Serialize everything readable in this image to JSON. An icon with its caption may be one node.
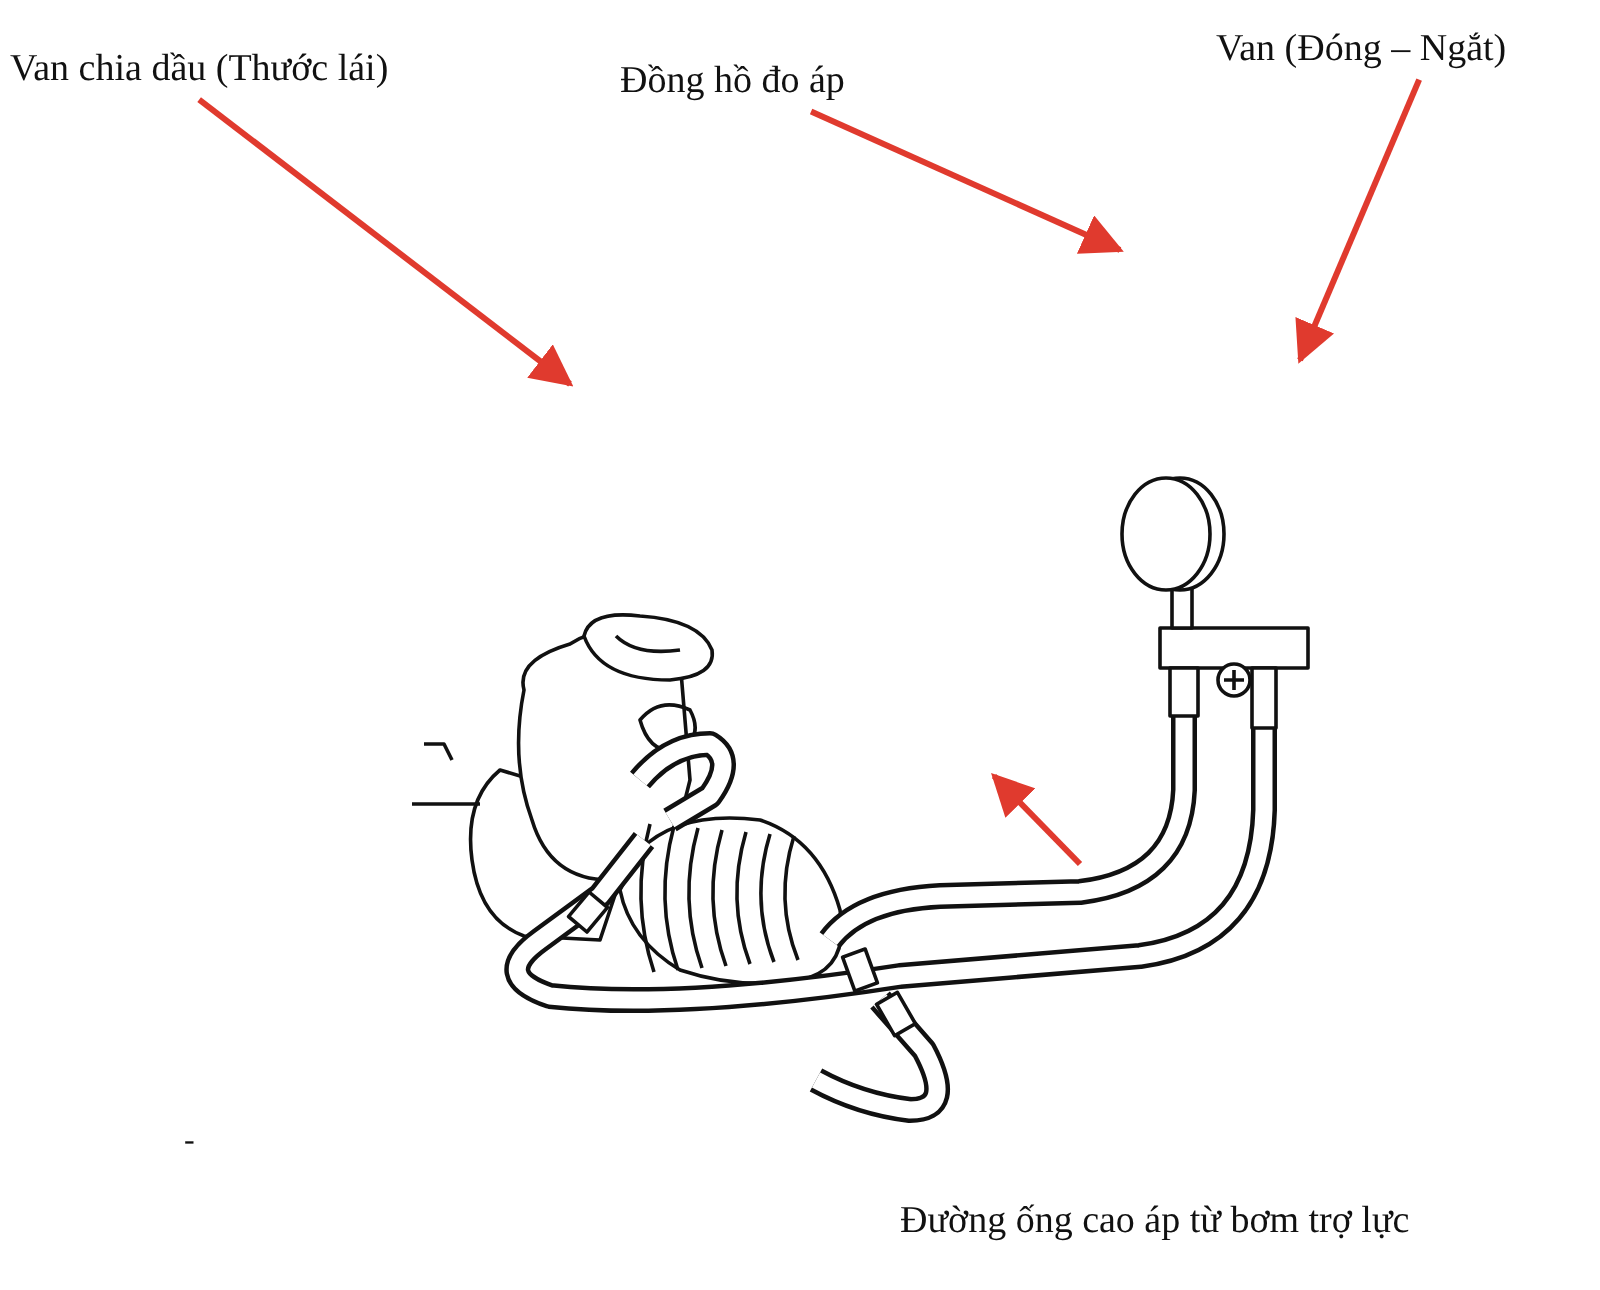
{
  "diagram": {
    "nodes": [
      {
        "text": [
          "Van chia dầu (Thước lái)"
        ]
      },
      {
        "text": [
          "Đồng hồ đo áp"
        ]
      },
      {
        "text": [
          "Van (Đóng – Ngắt)"
        ]
      },
      {
        "text": [
          "Đường ống cao áp từ bơm trợ lực"
        ]
      }
    ],
    "edges": [
      {
        "from": 0,
        "to": null,
        "arrow": "to"
      },
      {
        "from": 1,
        "to": null,
        "arrow": "to"
      },
      {
        "from": 2,
        "to": null,
        "arrow": "to"
      }
    ],
    "labels": [
      "-"
    ]
  }
}
